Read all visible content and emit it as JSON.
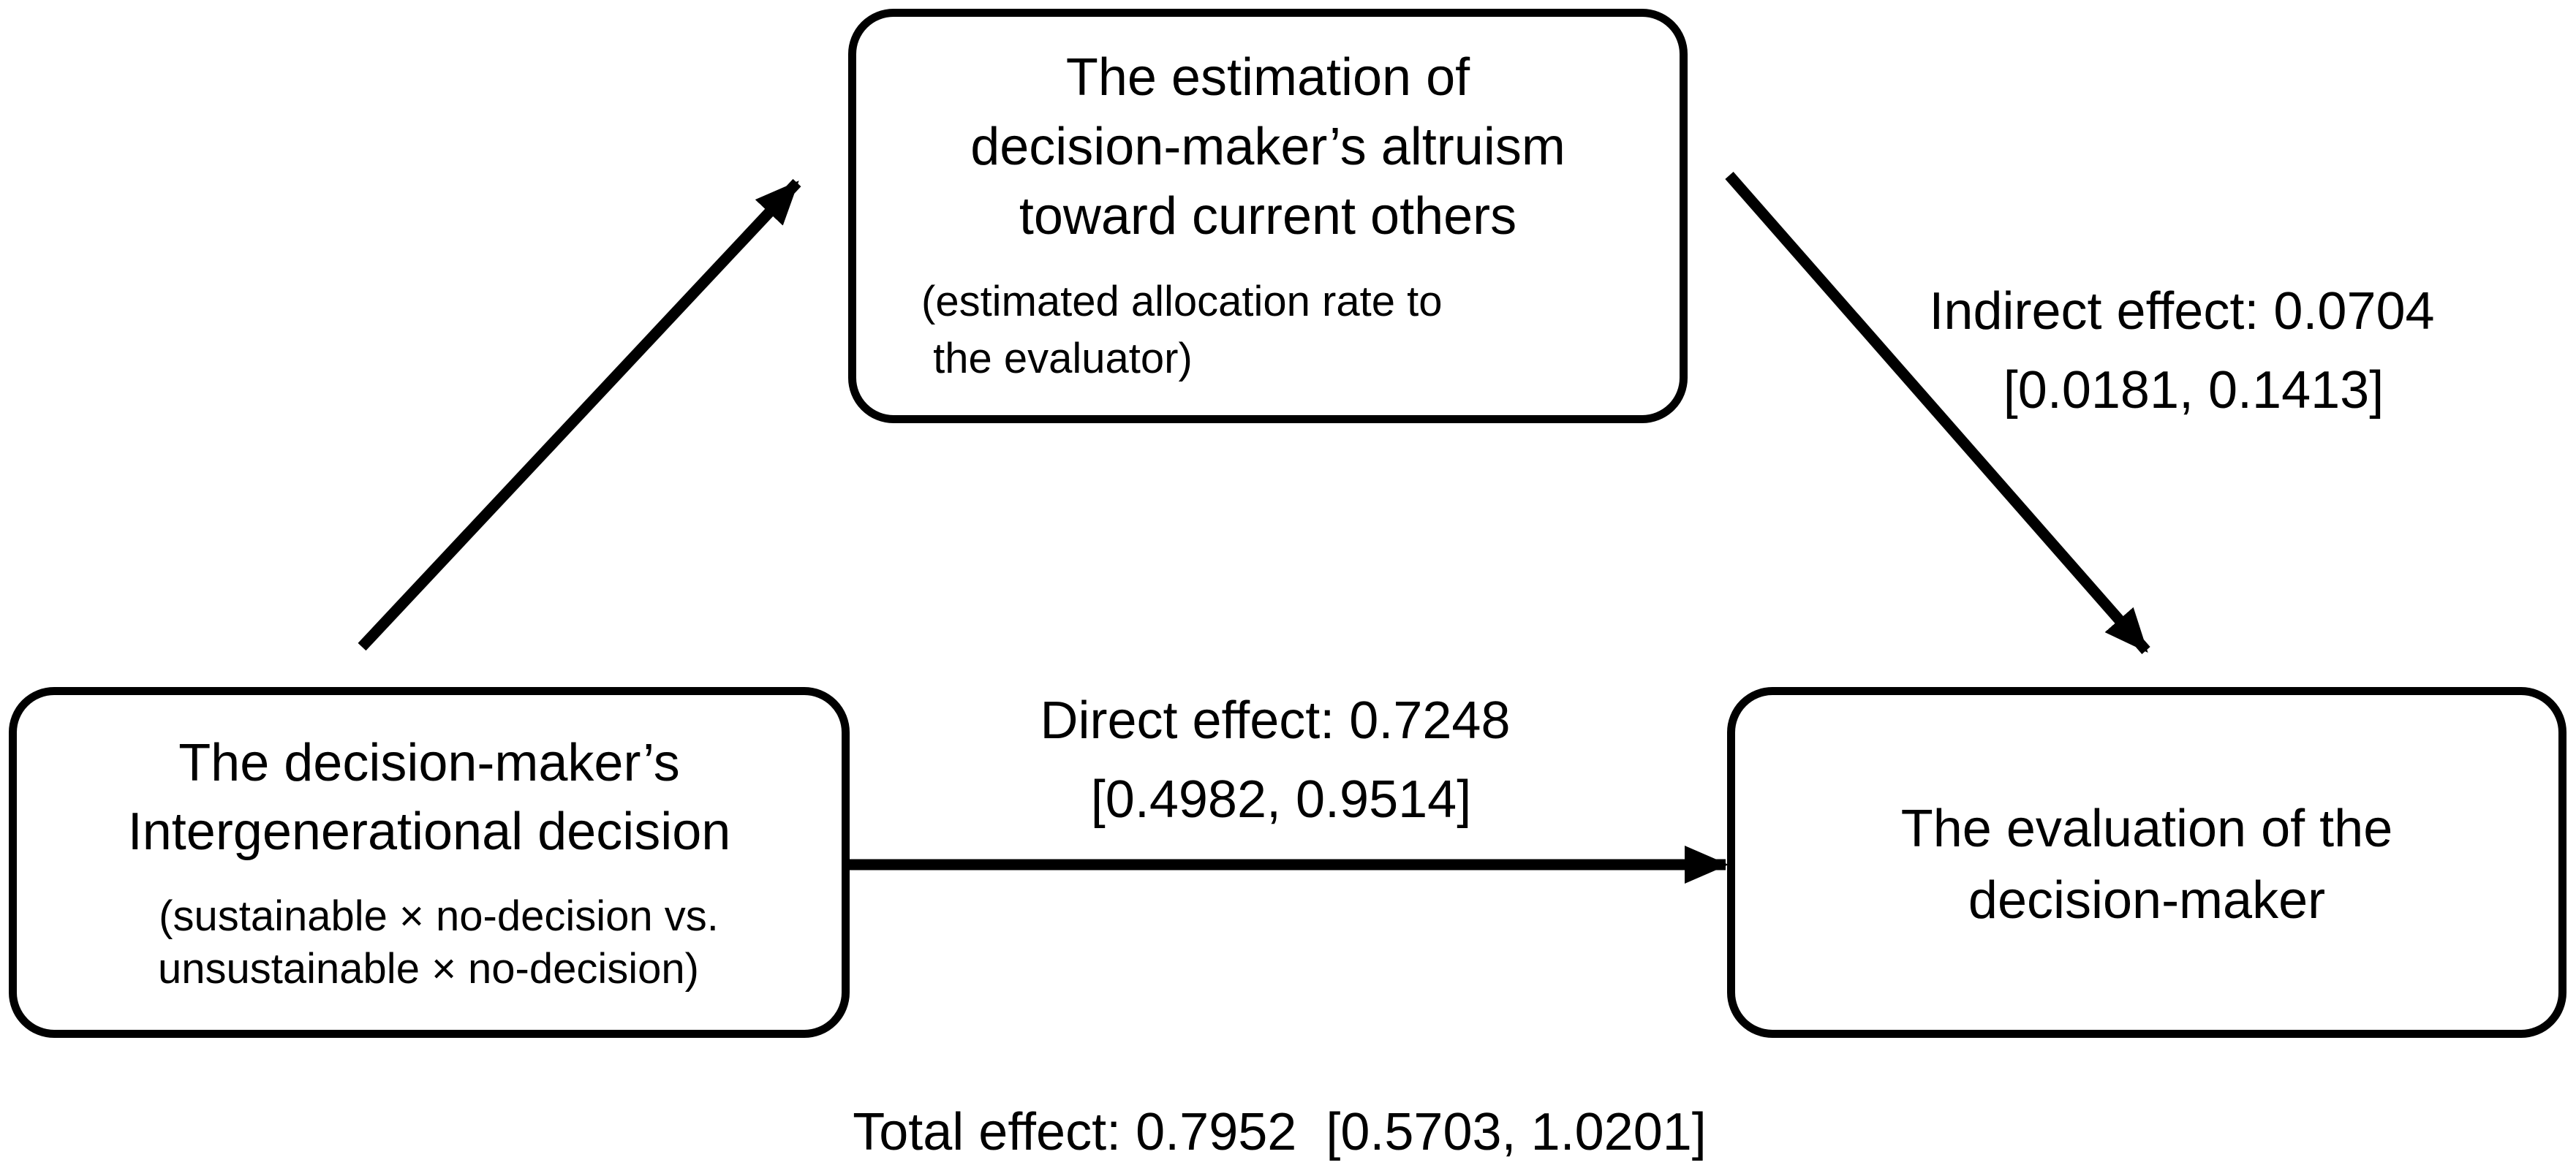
{
  "nodes": {
    "mediator": {
      "title_lines": [
        "The estimation of",
        "decision-maker’s altruism",
        "toward current others"
      ],
      "note_lines": [
        "(estimated allocation rate to",
        " the evaluator)"
      ]
    },
    "predictor": {
      "title_lines": [
        "The decision-maker’s",
        "Intergenerational decision"
      ],
      "note_lines": [
        "(sustainable × no-decision vs.",
        "unsustainable × no-decision)"
      ]
    },
    "outcome": {
      "title_lines": [
        "The evaluation of the",
        "decision-maker"
      ]
    }
  },
  "effects": {
    "indirect": {
      "label": "Indirect effect: 0.0704",
      "ci": "[0.0181, 0.1413]"
    },
    "direct": {
      "label": "Direct effect: 0.7248",
      "ci": "[0.4982, 0.9514]"
    },
    "total": {
      "label": "Total effect: 0.7952  [0.5703, 1.0201]"
    }
  },
  "colors": {
    "stroke": "#000000",
    "background": "#ffffff"
  }
}
